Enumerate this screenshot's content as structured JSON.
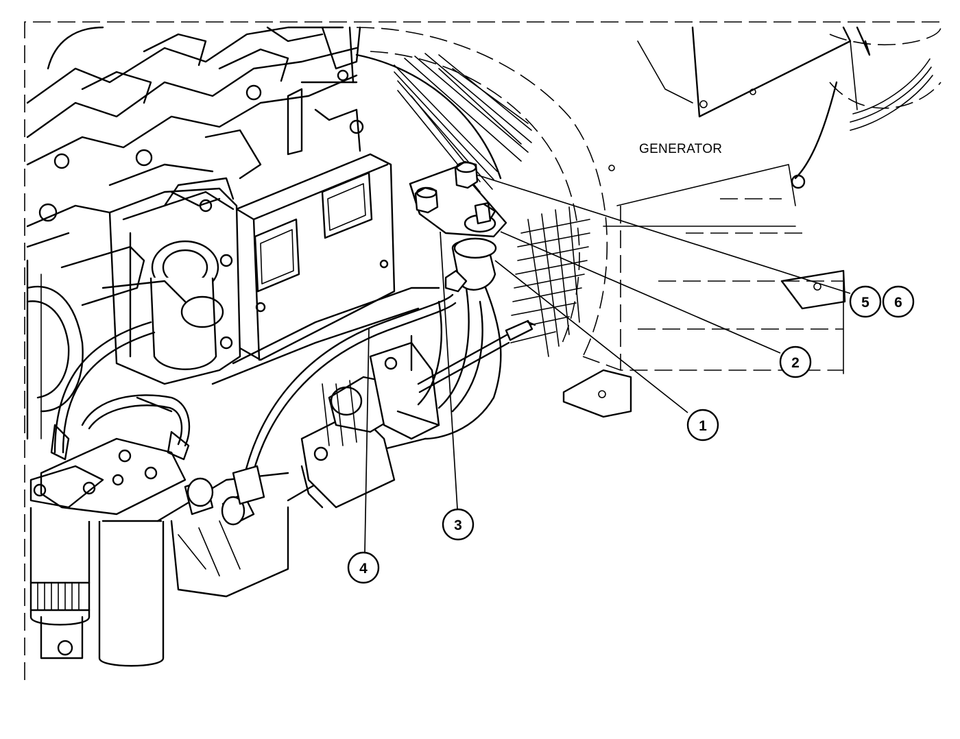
{
  "labels": {
    "generator": "GENERATOR"
  },
  "callouts": [
    {
      "id": "callout-5",
      "text": "5"
    },
    {
      "id": "callout-6",
      "text": "6"
    },
    {
      "id": "callout-2",
      "text": "2"
    },
    {
      "id": "callout-1",
      "text": "1"
    },
    {
      "id": "callout-3",
      "text": "3"
    },
    {
      "id": "callout-4",
      "text": "4"
    }
  ]
}
